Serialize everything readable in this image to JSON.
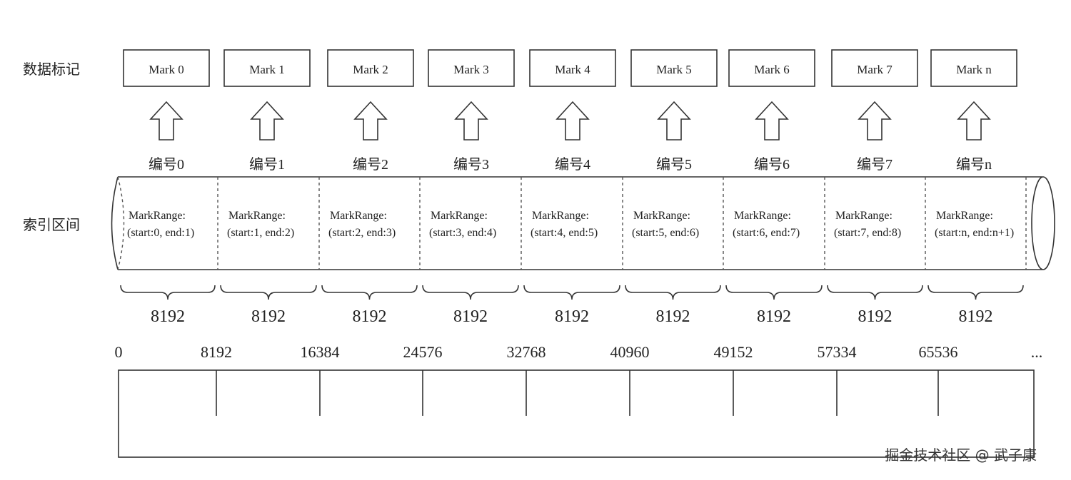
{
  "row_labels": {
    "marks": "数据标记",
    "ranges": "索引区间"
  },
  "marks": [
    "Mark 0",
    "Mark 1",
    "Mark 2",
    "Mark 3",
    "Mark 4",
    "Mark 5",
    "Mark 6",
    "Mark 7",
    "Mark n"
  ],
  "numbers": [
    "编号0",
    "编号1",
    "编号2",
    "编号3",
    "编号4",
    "编号5",
    "编号6",
    "编号7",
    "编号n"
  ],
  "ranges": [
    {
      "title": "MarkRange:",
      "span": "(start:0, end:1)"
    },
    {
      "title": "MarkRange:",
      "span": "(start:1, end:2)"
    },
    {
      "title": "MarkRange:",
      "span": "(start:2, end:3)"
    },
    {
      "title": "MarkRange:",
      "span": "(start:3, end:4)"
    },
    {
      "title": "MarkRange:",
      "span": "(start:4, end:5)"
    },
    {
      "title": "MarkRange:",
      "span": "(start:5, end:6)"
    },
    {
      "title": "MarkRange:",
      "span": "(start:6, end:7)"
    },
    {
      "title": "MarkRange:",
      "span": "(start:7, end:8)"
    },
    {
      "title": "MarkRange:",
      "span": "(start:n, end:n+1)"
    }
  ],
  "granules": [
    "8192",
    "8192",
    "8192",
    "8192",
    "8192",
    "8192",
    "8192",
    "8192",
    "8192"
  ],
  "offsets": [
    "0",
    "8192",
    "16384",
    "24576",
    "32768",
    "40960",
    "49152",
    "57334",
    "65536",
    "..."
  ],
  "watermark": "掘金技术社区 @ 武子康"
}
